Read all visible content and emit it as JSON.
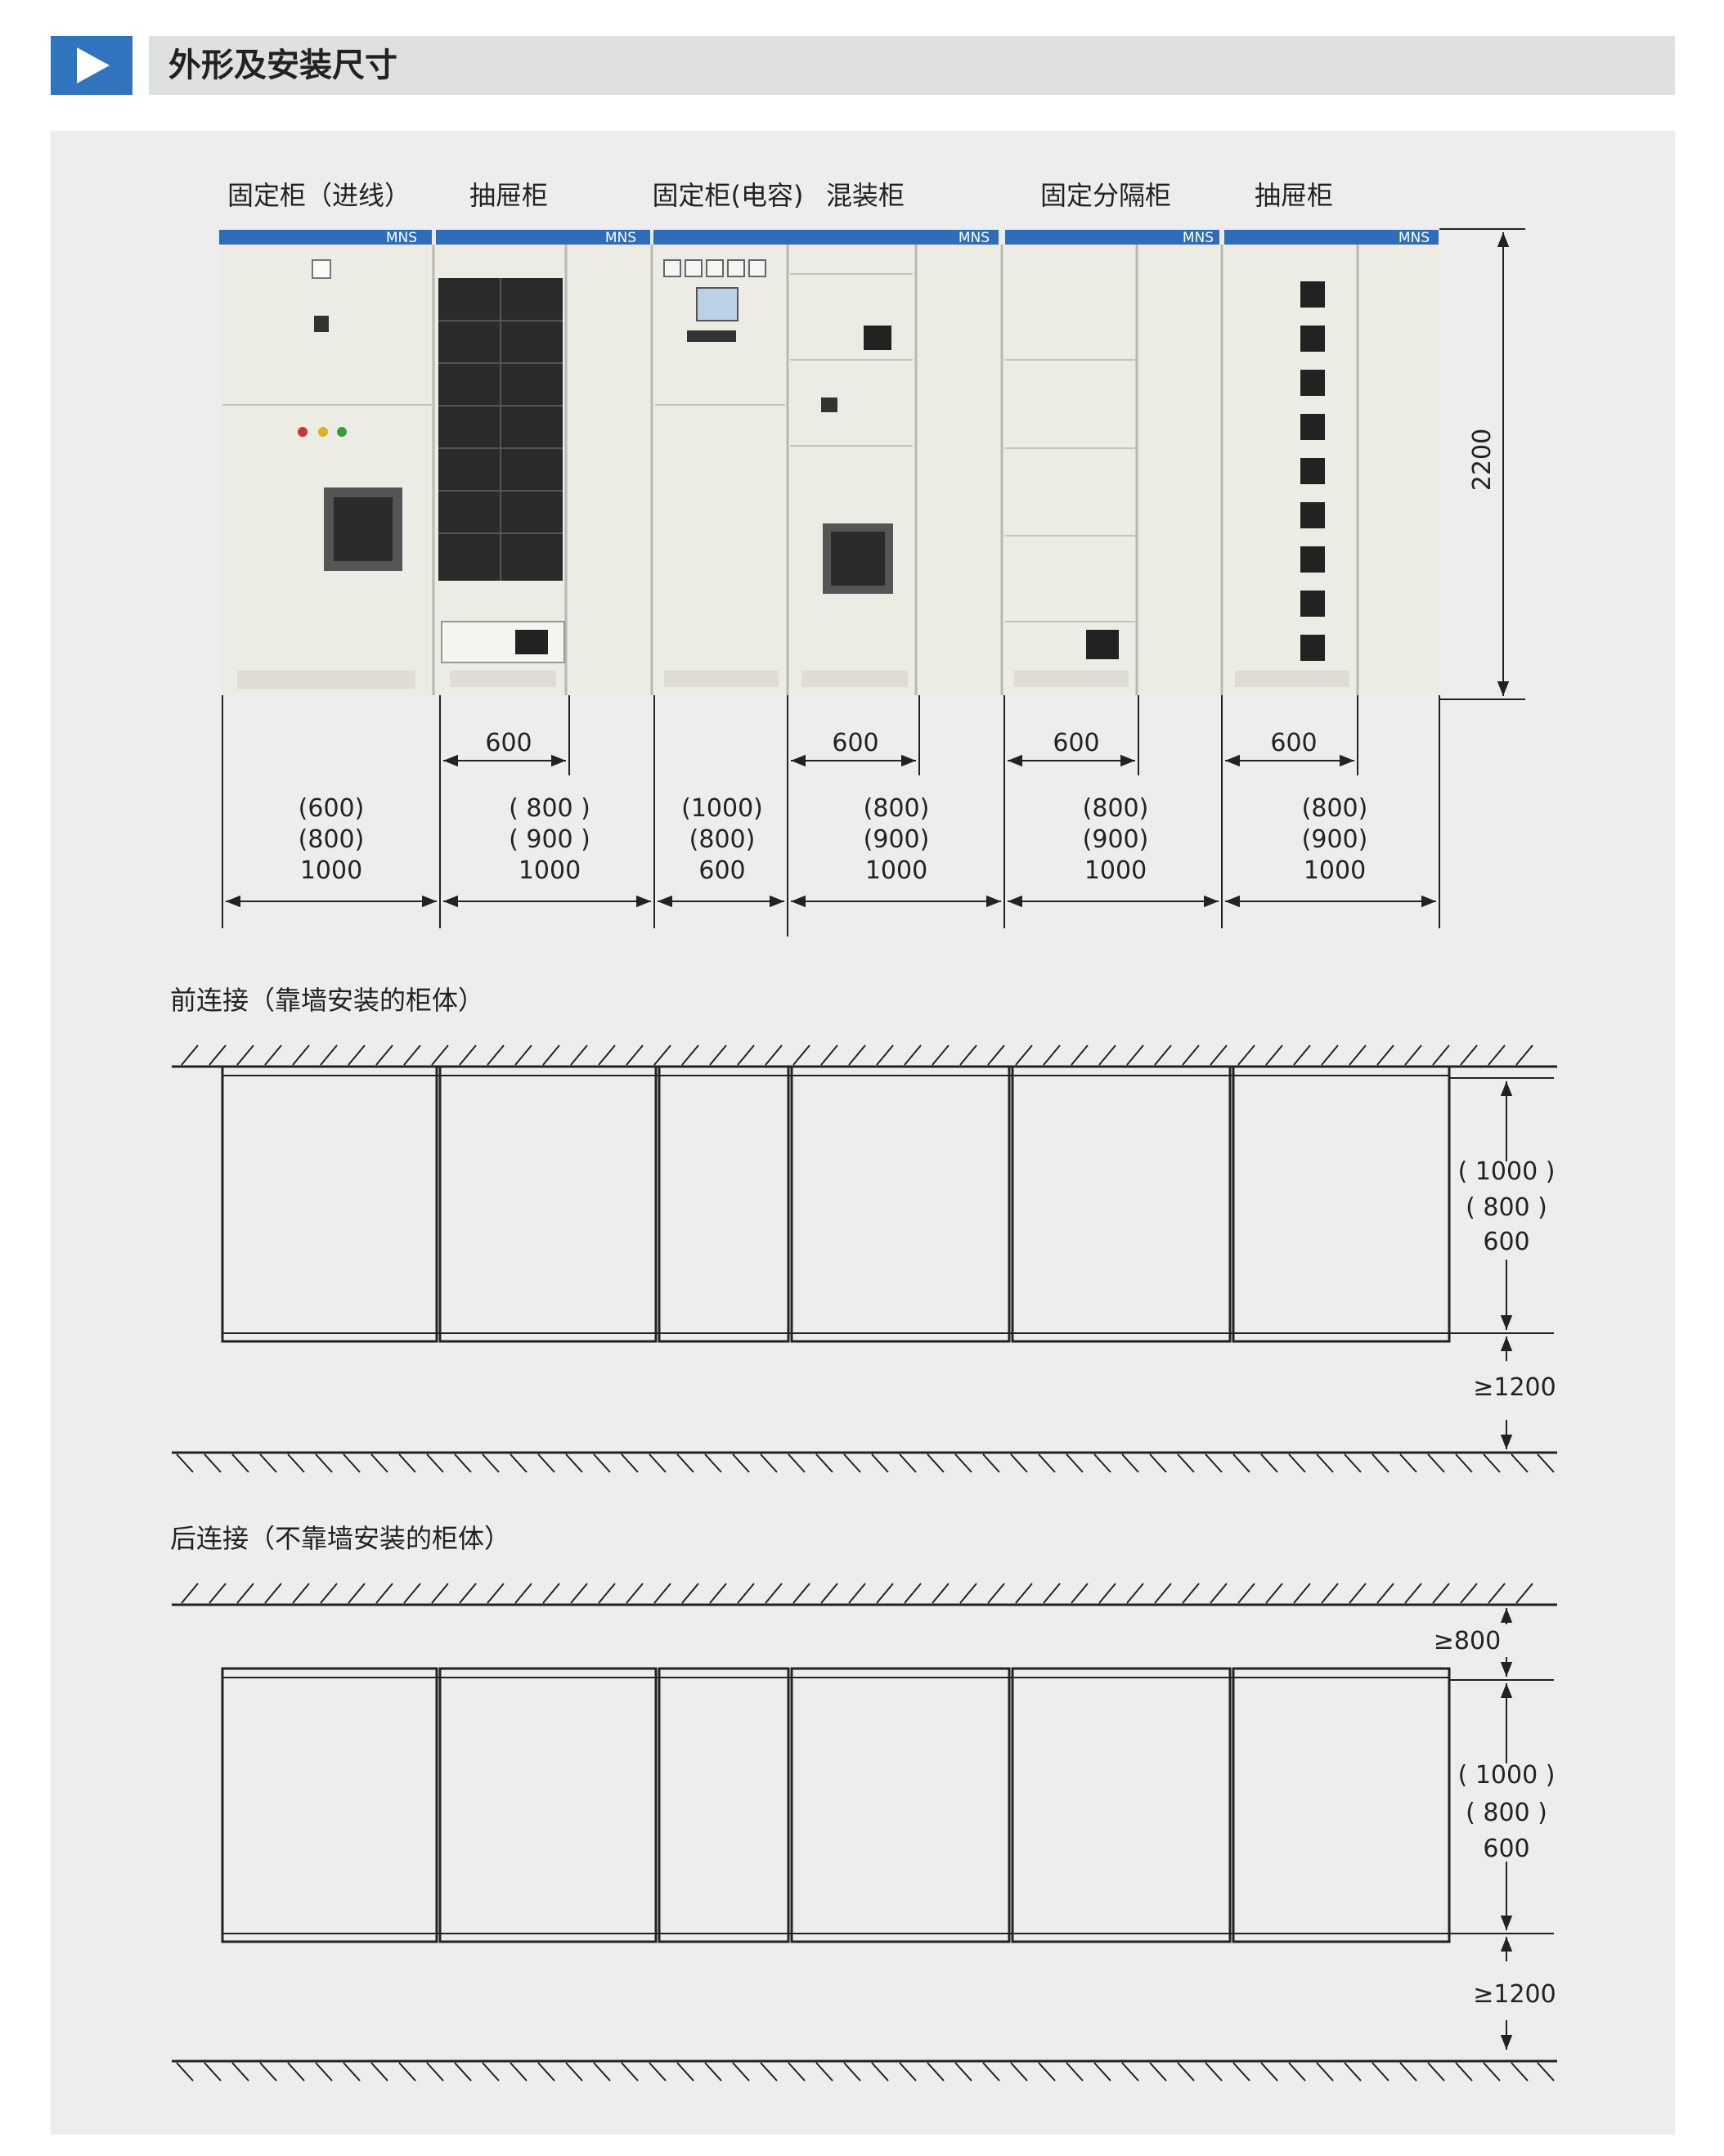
{
  "header": {
    "play_icon": "play-triangle-icon",
    "title": "外形及安装尺寸",
    "accent_color": "#2f74bd",
    "bar_color": "#dfe1e1"
  },
  "elevation": {
    "labels": [
      "固定柜（进线）",
      "抽屉柜",
      "固定柜(电容)",
      "混装柜",
      "固定分隔柜",
      "抽屉柜"
    ],
    "brand_mark": "MNS",
    "height_dim": "2200",
    "depth_dims": [
      "600",
      "600",
      "600",
      "600"
    ],
    "width_options": [
      [
        "(600)",
        "(800)",
        "1000"
      ],
      [
        "( 800 )",
        "( 900 )",
        "1000"
      ],
      [
        "(1000)",
        "(800)",
        "600"
      ],
      [
        "(800)",
        "(900)",
        "1000"
      ],
      [
        "(800)",
        "(900)",
        "1000"
      ],
      [
        "(800)",
        "(900)",
        "1000"
      ]
    ]
  },
  "front_connection": {
    "title": "前连接（靠墙安装的柜体）",
    "depth_options": [
      "( 1000 )",
      "( 800 )",
      "600"
    ],
    "clearance": "≥1200"
  },
  "rear_connection": {
    "title": "后连接（不靠墙安装的柜体）",
    "rear_clearance": "≥800",
    "depth_options": [
      "( 1000 )",
      "( 800 )",
      "600"
    ],
    "clearance": "≥1200"
  }
}
